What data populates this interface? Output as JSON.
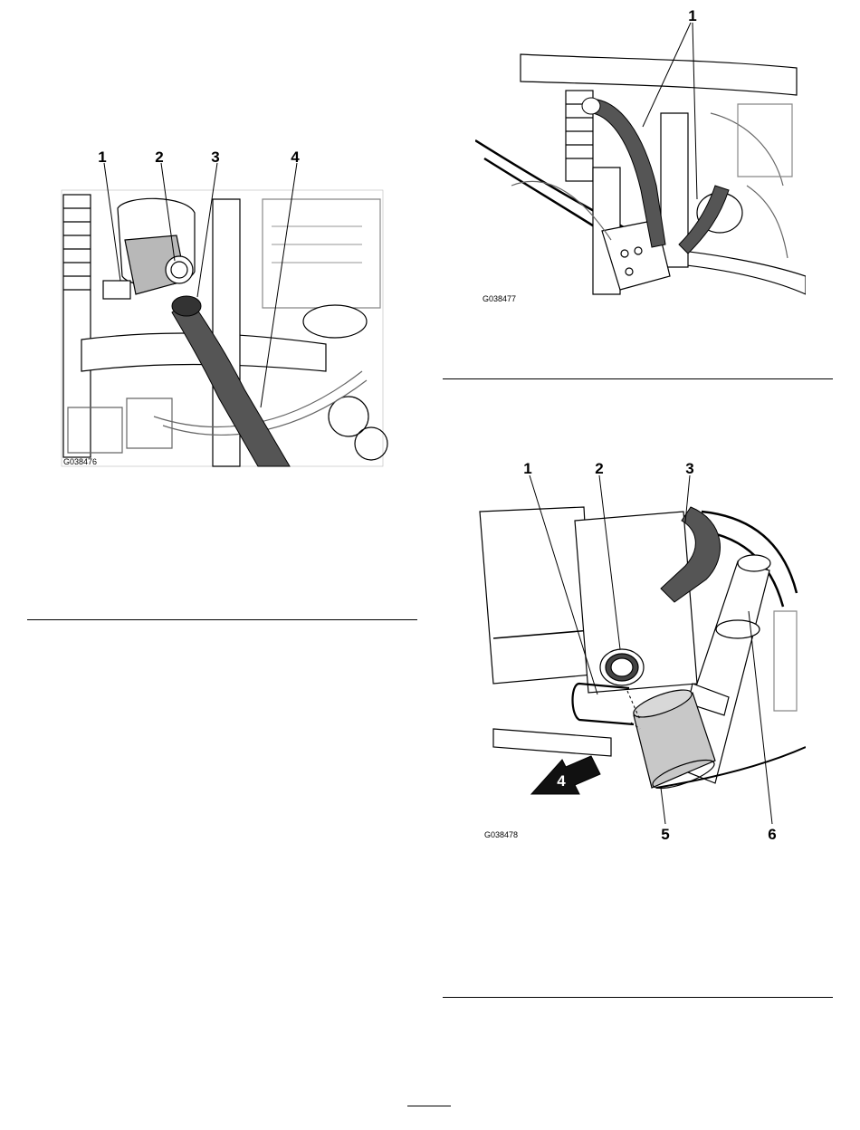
{
  "figures": [
    {
      "figure_id": "G038476",
      "callouts": [
        "1",
        "2",
        "3",
        "4"
      ],
      "colors": {
        "hose": "#555555",
        "highlight_part": "#b8b8b8"
      }
    },
    {
      "figure_id": "G038477",
      "callouts": [
        "1"
      ],
      "colors": {
        "hose": "#555555"
      }
    },
    {
      "figure_id": "G038478",
      "callouts": [
        "1",
        "2",
        "3",
        "4",
        "5",
        "6"
      ],
      "colors": {
        "hose": "#555555",
        "highlight_part": "#c8c8c8",
        "arrow": "#111111"
      }
    }
  ]
}
